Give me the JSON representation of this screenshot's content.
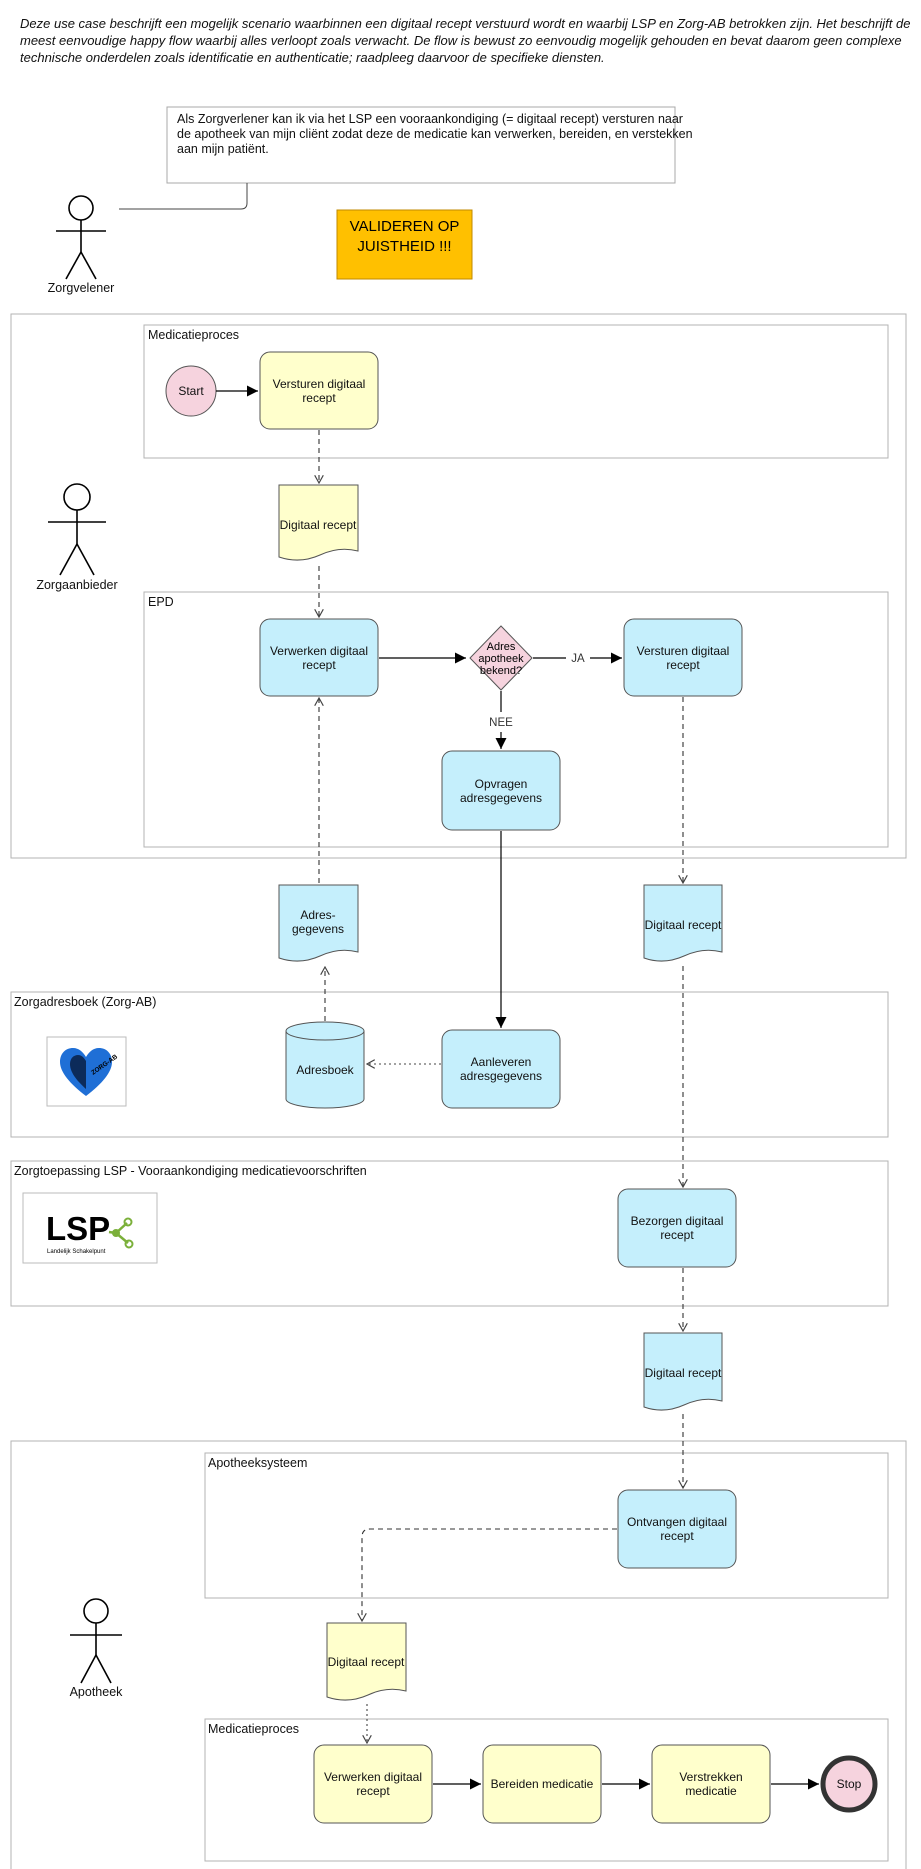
{
  "intro": {
    "lines": [
      "Deze use case beschrijft een mogelijk scenario waarbinnen een digitaal recept verstuurd wordt en waarbij LSP en Zorg-AB betrokken zijn. Het beschrijft de",
      "meest eenvoudige happy flow waarbij alles verloopt zoals verwacht. De flow is bewust zo eenvoudig mogelijk gehouden en bevat daarom geen complexe",
      "technische onderdelen zoals identificatie en authenticatie; raadpleeg daarvoor de specifieke diensten."
    ]
  },
  "note": {
    "lines": [
      "Als Zorgverlener kan ik via het LSP een vooraankondiging (= digitaal recept) versturen naar",
      "de apotheek van mijn cliënt zodat deze de medicatie kan verwerken, bereiden, en verstekken",
      "aan mijn patiënt."
    ]
  },
  "warning": {
    "line1": "VALIDEREN OP",
    "line2": "JUISTHEID !!!"
  },
  "actors": {
    "zorgverlener": "Zorgvelener",
    "zorgaanbieder": "Zorgaanbieder",
    "apotheek": "Apotheek"
  },
  "groups": {
    "medicatieproces_top": "Medicatieproces",
    "epd": "EPD",
    "zorgab": "Zorgadresboek (Zorg-AB)",
    "lsp": "Zorgtoepassing LSP - Vooraankondiging medicatievoorschriften",
    "apotheeksysteem": "Apotheeksysteem",
    "medicatieproces_bottom": "Medicatieproces"
  },
  "nodes": {
    "start": "Start",
    "stop": "Stop",
    "versturen1": {
      "line1": "Versturen digitaal",
      "line2": "recept"
    },
    "doc_recept1": "Digitaal recept",
    "verwerken1": {
      "line1": "Verwerken digitaal",
      "line2": "recept"
    },
    "decision": {
      "line1": "Adres",
      "line2": "apotheek",
      "line3": "bekend?"
    },
    "versturen2": {
      "line1": "Versturen digitaal",
      "line2": "recept"
    },
    "opvragen": {
      "line1": "Opvragen",
      "line2": "adresgegevens"
    },
    "doc_adres": {
      "line1": "Adres-",
      "line2": "gegevens"
    },
    "doc_recept2": "Digitaal recept",
    "adresboek": "Adresboek",
    "aanleveren": {
      "line1": "Aanleveren",
      "line2": "adresgegevens"
    },
    "bezorgen": {
      "line1": "Bezorgen digitaal",
      "line2": "recept"
    },
    "doc_recept3": "Digitaal recept",
    "ontvangen": {
      "line1": "Ontvangen digitaal",
      "line2": "recept"
    },
    "doc_recept4": "Digitaal recept",
    "verwerken2": {
      "line1": "Verwerken digitaal",
      "line2": "recept"
    },
    "bereiden": "Bereiden medicatie",
    "verstrekken": {
      "line1": "Verstrekken",
      "line2": "medicatie"
    }
  },
  "edge_labels": {
    "ja": "JA",
    "nee": "NEE"
  },
  "logos": {
    "zorgab": "ZORG-AB",
    "lsp_main": "LSP",
    "lsp_sub": "Landelijk Schakelpunt"
  },
  "colors": {
    "process_yellow": "#ffffcc",
    "process_blue": "#c5effc",
    "decision_pink": "#f6d3de",
    "warning_orange": "#ffc000",
    "lsp_navy": "#1f3b5c",
    "lsp_green": "#7bb03a",
    "zorgab_blue": "#1f6fd6"
  }
}
